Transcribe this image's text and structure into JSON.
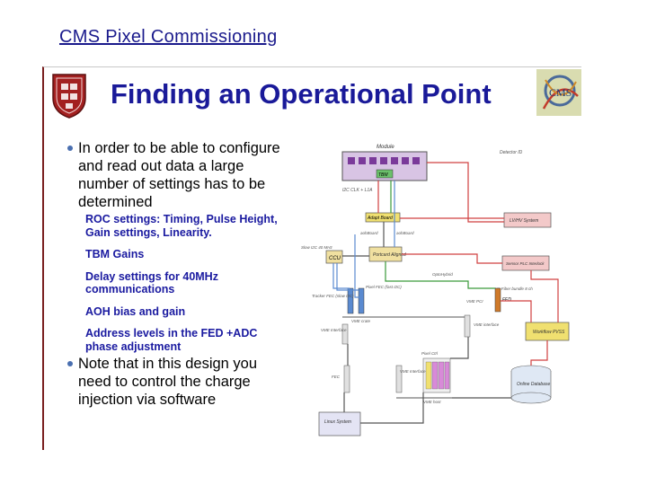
{
  "header": {
    "title": "CMS Pixel Commissioning"
  },
  "slide": {
    "title": "Finding an Operational Point",
    "bullet1": "In order to be able to configure and read out data a large number of settings has to be determined",
    "sub_items": [
      "ROC settings: Timing, Pulse Height, Gain settings, Linearity.",
      "TBM Gains",
      "Delay settings for 40MHz communications",
      "AOH bias and gain",
      "Address levels in the FED +ADC phase adjustment"
    ],
    "bullet2": "Note that in this design you need to control the charge injection via software"
  },
  "diagram": {
    "labels": {
      "module": "Module",
      "detector_id": "Detector ID",
      "tbm": "TBM",
      "clk_l1": "I2C CLK + L1A",
      "aoh": "Adapt Board",
      "aoh_sub1": "aohBoard",
      "aoh_sub2": "aohBoard",
      "lvhv": "LV/HV System",
      "slow_i2c": "Slow I2C 40 MHz",
      "ccu": "CCU",
      "portcard": "Portcard Aligned",
      "sensor_plc": "Sensor PLC Interlock",
      "hl_fiber": "HL Fiber bundle 8 ch",
      "optohybrid": "OptoHybrid",
      "tracker_fec": "Tracker FEC (slow I2C)",
      "pixel_fec": "Pixel FEC (fast I2C)",
      "fed": "FED",
      "vme_pci": "VME PCI",
      "vme_iface1": "VME Interface",
      "vme_crate": "VME crate",
      "vme_iface2": "VME interface",
      "pixel_ctrl": "Pixel Ctrl",
      "workflow": "Workflow PVSS",
      "fec": "FEC",
      "vme_iface3": "VME Interface",
      "vme_host": "VME host",
      "online_db": "Online Database",
      "linux": "Linux System"
    }
  }
}
